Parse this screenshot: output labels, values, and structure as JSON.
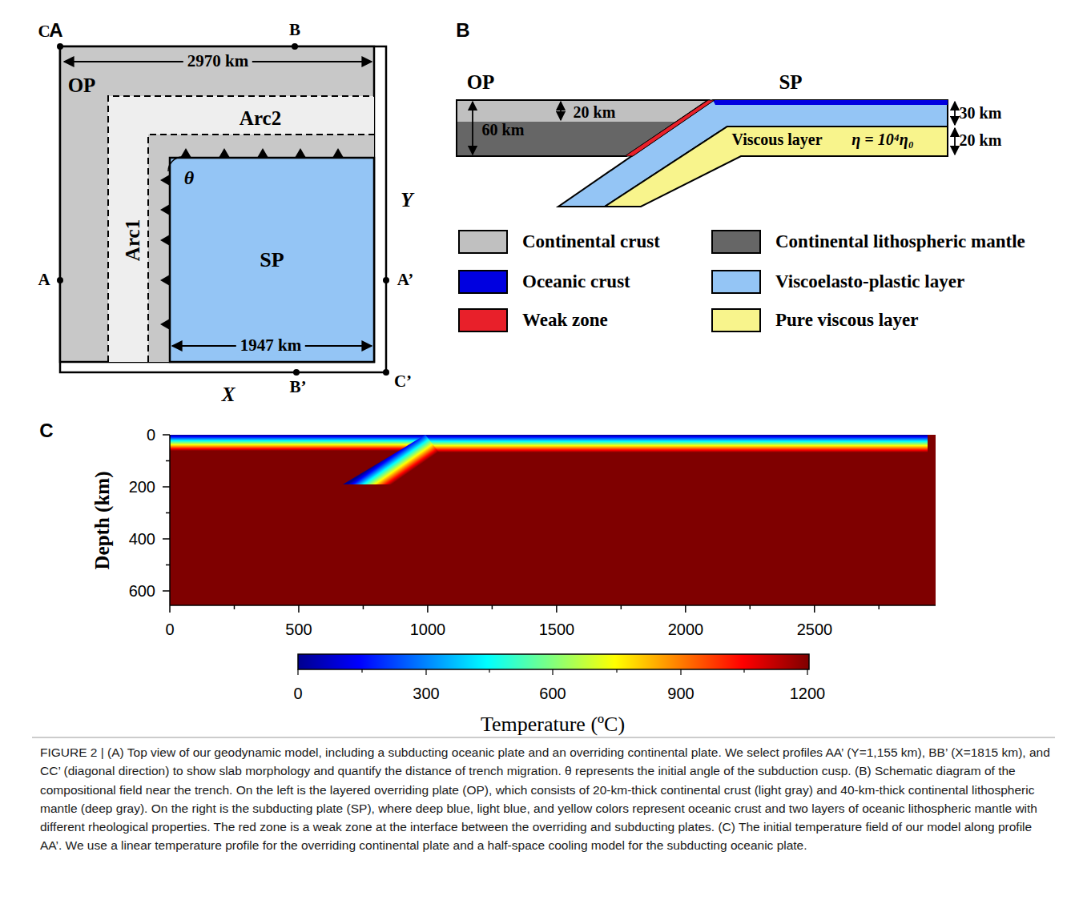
{
  "diagram": {
    "caption": "FIGURE 2 | (A) Top view of our geodynamic model, including a subducting oceanic plate and an overriding continental plate. We select profiles AA’ (Y=1,155 km), BB’ (X=1815 km), and CC’ (diagonal direction) to show slab morphology and quantify the distance of trench migration. θ represents the initial angle of the subduction cusp. (B) Schematic diagram of the compositional field near the trench. On the left is the layered overriding plate (OP), which consists of 20-km-thick continental crust (light gray) and 40-km-thick continental lithospheric mantle (deep gray). On the right is the subducting plate (SP), where deep blue, light blue, and yellow colors represent oceanic crust and two layers of oceanic lithospheric mantle with different rheological properties. The red zone is a weak zone at the interface between the overriding and subducting plates. (C) The initial temperature field of our model along profile AA’. We use a linear temperature profile for the overriding continental plate and a half-space cooling model for the subducting oceanic plate.",
    "nodes": [
      {
        "text": [
          "SP"
        ]
      }
    ],
    "labels": [
      "A",
      "C",
      "B",
      "2970 km",
      "OP",
      "Arc2",
      "Arc1",
      "θ",
      "Y",
      "A",
      "A’",
      "1947 km",
      "B’",
      "C’",
      "X",
      "B",
      "OP",
      "SP",
      "20 km",
      "60 km",
      "30 km",
      "Viscous layer",
      "η = 10⁴η₀",
      "20 km",
      "C",
      "0",
      "200",
      "400",
      "600",
      "Depth (km)",
      "0",
      "500",
      "1000",
      "1500",
      "2000",
      "2500",
      "0",
      "300",
      "600",
      "900",
      "1200",
      "Temperature (ºC)"
    ],
    "legend": [
      {
        "text": "Continental crust",
        "color": "#c0c0c0"
      },
      {
        "text": "Continental lithospheric mantle",
        "color": "#666666"
      },
      {
        "text": "Oceanic crust",
        "color": "#0000e0"
      },
      {
        "text": "Viscoelasto-plastic layer",
        "color": "#94c5f5"
      },
      {
        "text": "Weak zone",
        "color": "#e8202a"
      },
      {
        "text": "Pure viscous layer",
        "color": "#f8f48c"
      }
    ]
  }
}
